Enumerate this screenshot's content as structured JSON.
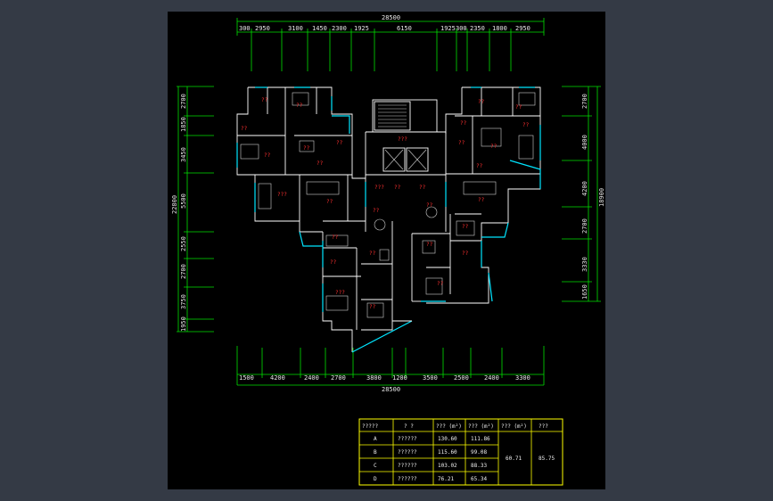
{
  "plan": {
    "overall_width": "28500",
    "overall_height_left": "22800",
    "overall_height_right": "18900",
    "top_segments": [
      "300",
      "2950",
      "3100",
      "1450",
      "2300",
      "1925",
      "6150",
      "1925",
      "300",
      "2350",
      "1800",
      "2950"
    ],
    "bottom_segments": [
      "1500",
      "4200",
      "2400",
      "2700",
      "3800",
      "1200",
      "3500",
      "2500",
      "2400",
      "3300"
    ],
    "left_segments": [
      "2700",
      "1850",
      "3450",
      "5500",
      "2550",
      "2700",
      "3750",
      "1950"
    ],
    "right_segments": [
      "2700",
      "4000",
      "4200",
      "2700",
      "3330",
      "1650"
    ],
    "room_labels": [
      "??",
      "??",
      "??",
      "??",
      "???",
      "??",
      "??",
      "??",
      "??",
      "??",
      "???",
      "??",
      "??",
      "??",
      "??",
      "???",
      "??",
      "??",
      "??",
      "??",
      "??",
      "??",
      "??",
      "??",
      "??",
      "??",
      "??",
      "??",
      "??",
      "??",
      "??"
    ],
    "core_label": "???"
  },
  "area_table": {
    "headers": [
      "?????",
      "?  ?",
      "??? (m²)",
      "??? (m²)",
      "??? (m²)",
      "???"
    ],
    "rows": [
      {
        "type": "A",
        "name": "??????",
        "area1": "130.60",
        "area2": "111.86"
      },
      {
        "type": "B",
        "name": "??????",
        "area1": "115.60",
        "area2": "99.08"
      },
      {
        "type": "C",
        "name": "??????",
        "area1": "103.02",
        "area2": "88.33"
      },
      {
        "type": "D",
        "name": "??????",
        "area1": "76.21",
        "area2": "65.34"
      }
    ],
    "merged_area": "60.71",
    "merged_ratio": "85.75"
  },
  "colors": {
    "background": "#343a45",
    "sheet": "#000000",
    "dimension": "#00e000",
    "wall": "#ffffff",
    "window": "#00e5ff",
    "room_label": "#ff3030",
    "table_border": "#ffff00"
  }
}
